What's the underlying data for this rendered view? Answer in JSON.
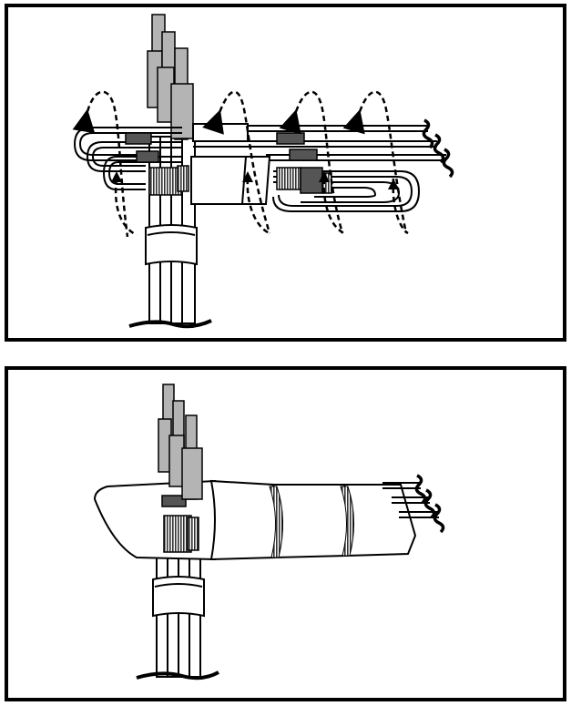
{
  "figure": {
    "panels": [
      {
        "id": "top",
        "depicts": "wires-wrapped-with-tape-arrows"
      },
      {
        "id": "bottom",
        "depicts": "wires-wrapped-finished"
      }
    ],
    "colors": {
      "frame": "#000000",
      "background": "#ffffff",
      "connector_gray": "#b4b4b4",
      "block_dark": "#555555",
      "stripe": "#333333"
    },
    "icons": [
      "dashed-rotation-arrow-icon",
      "wire-break-squiggle-icon"
    ]
  }
}
